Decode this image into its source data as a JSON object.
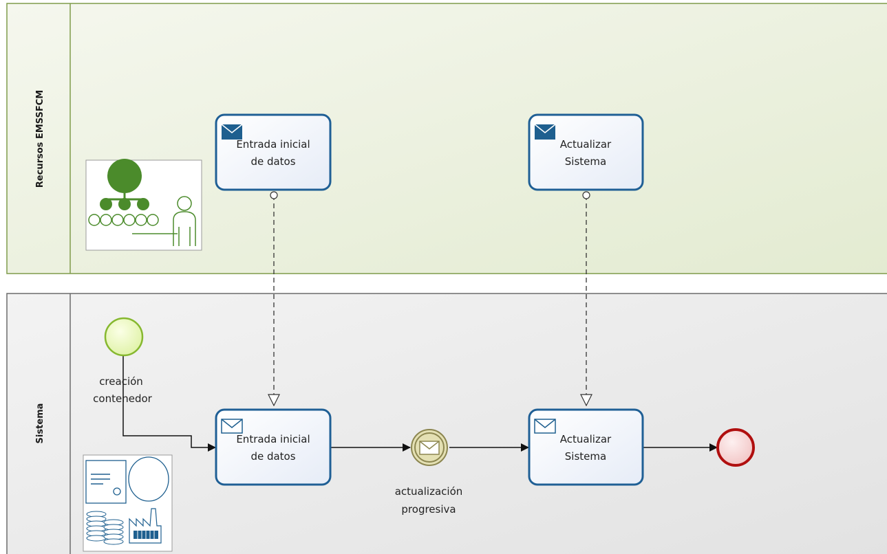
{
  "pool": {
    "lanes": [
      {
        "id": "recursos",
        "title": "Recursos EMSSFCM"
      },
      {
        "id": "sistema",
        "title": "Sistema"
      }
    ]
  },
  "tasks": {
    "top_entrada": {
      "line1": "Entrada inicial",
      "line2": "de datos",
      "icon": "envelope-filled-icon"
    },
    "top_actualizar": {
      "line1": "Actualizar",
      "line2": "Sistema",
      "icon": "envelope-filled-icon"
    },
    "bot_entrada": {
      "line1": "Entrada inicial",
      "line2": "de datos",
      "icon": "envelope-outline-icon"
    },
    "bot_actualizar": {
      "line1": "Actualizar",
      "line2": "Sistema",
      "icon": "envelope-outline-icon"
    }
  },
  "events": {
    "start": {
      "line1": "creación",
      "line2": "contenedor"
    },
    "intermediate": {
      "line1": "actualización",
      "line2": "progresiva"
    },
    "end": {}
  },
  "artifacts": {
    "org_chart": "org-chart-icon",
    "system_resources": "document-factory-icon"
  },
  "colors": {
    "lane_top_fill": "#e6ecd6",
    "lane_top_border": "#7f9b4a",
    "lane_bottom_fill": "#e6e6e6",
    "lane_bottom_border": "#6b6b6b",
    "task_border": "#1f5f95",
    "start_fill": "#eaf7b9",
    "start_border": "#86b82f",
    "end_fill": "#f8d4d4",
    "end_border": "#b00f0f",
    "intermediate_fill": "#e4e0b3",
    "intermediate_border": "#8c8650",
    "envelope_dark": "#1e5f8f"
  }
}
